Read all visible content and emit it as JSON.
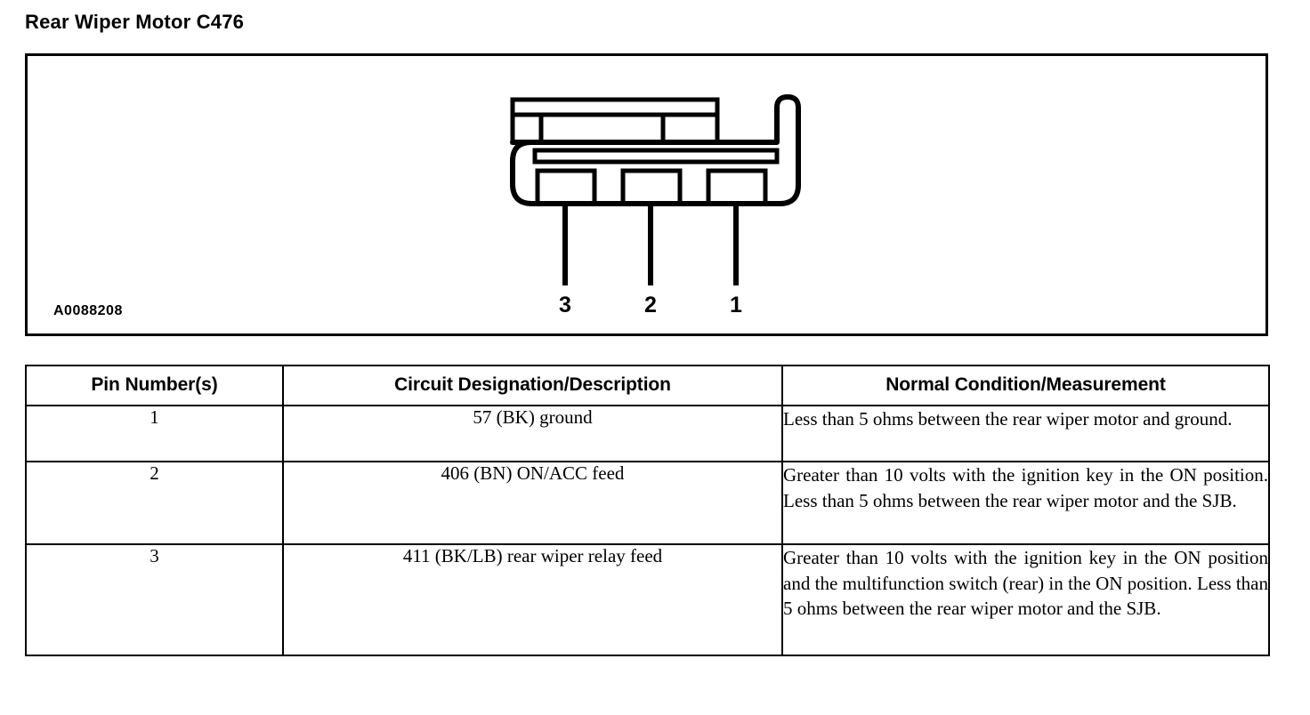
{
  "title": "Rear Wiper Motor C476",
  "diagram": {
    "reference_id": "A0088208",
    "pin_labels": [
      "3",
      "2",
      "1"
    ],
    "line_color": "#000000"
  },
  "table": {
    "headers": [
      "Pin Number(s)",
      "Circuit Designation/Description",
      "Normal Condition/Measurement"
    ],
    "rows": [
      {
        "pin": "1",
        "description": "57 (BK) ground",
        "measurement": "Less than 5 ohms between the rear wiper motor and ground."
      },
      {
        "pin": "2",
        "description": "406 (BN) ON/ACC feed",
        "measurement": "Greater than 10 volts with the ignition key in the ON position. Less than 5 ohms between the rear wiper motor and the SJB."
      },
      {
        "pin": "3",
        "description": "411 (BK/LB) rear wiper relay feed",
        "measurement": "Greater than 10 volts with the ignition key in the ON position and the multifunction switch (rear) in the ON position. Less than 5 ohms between the rear wiper motor and the SJB."
      }
    ]
  }
}
